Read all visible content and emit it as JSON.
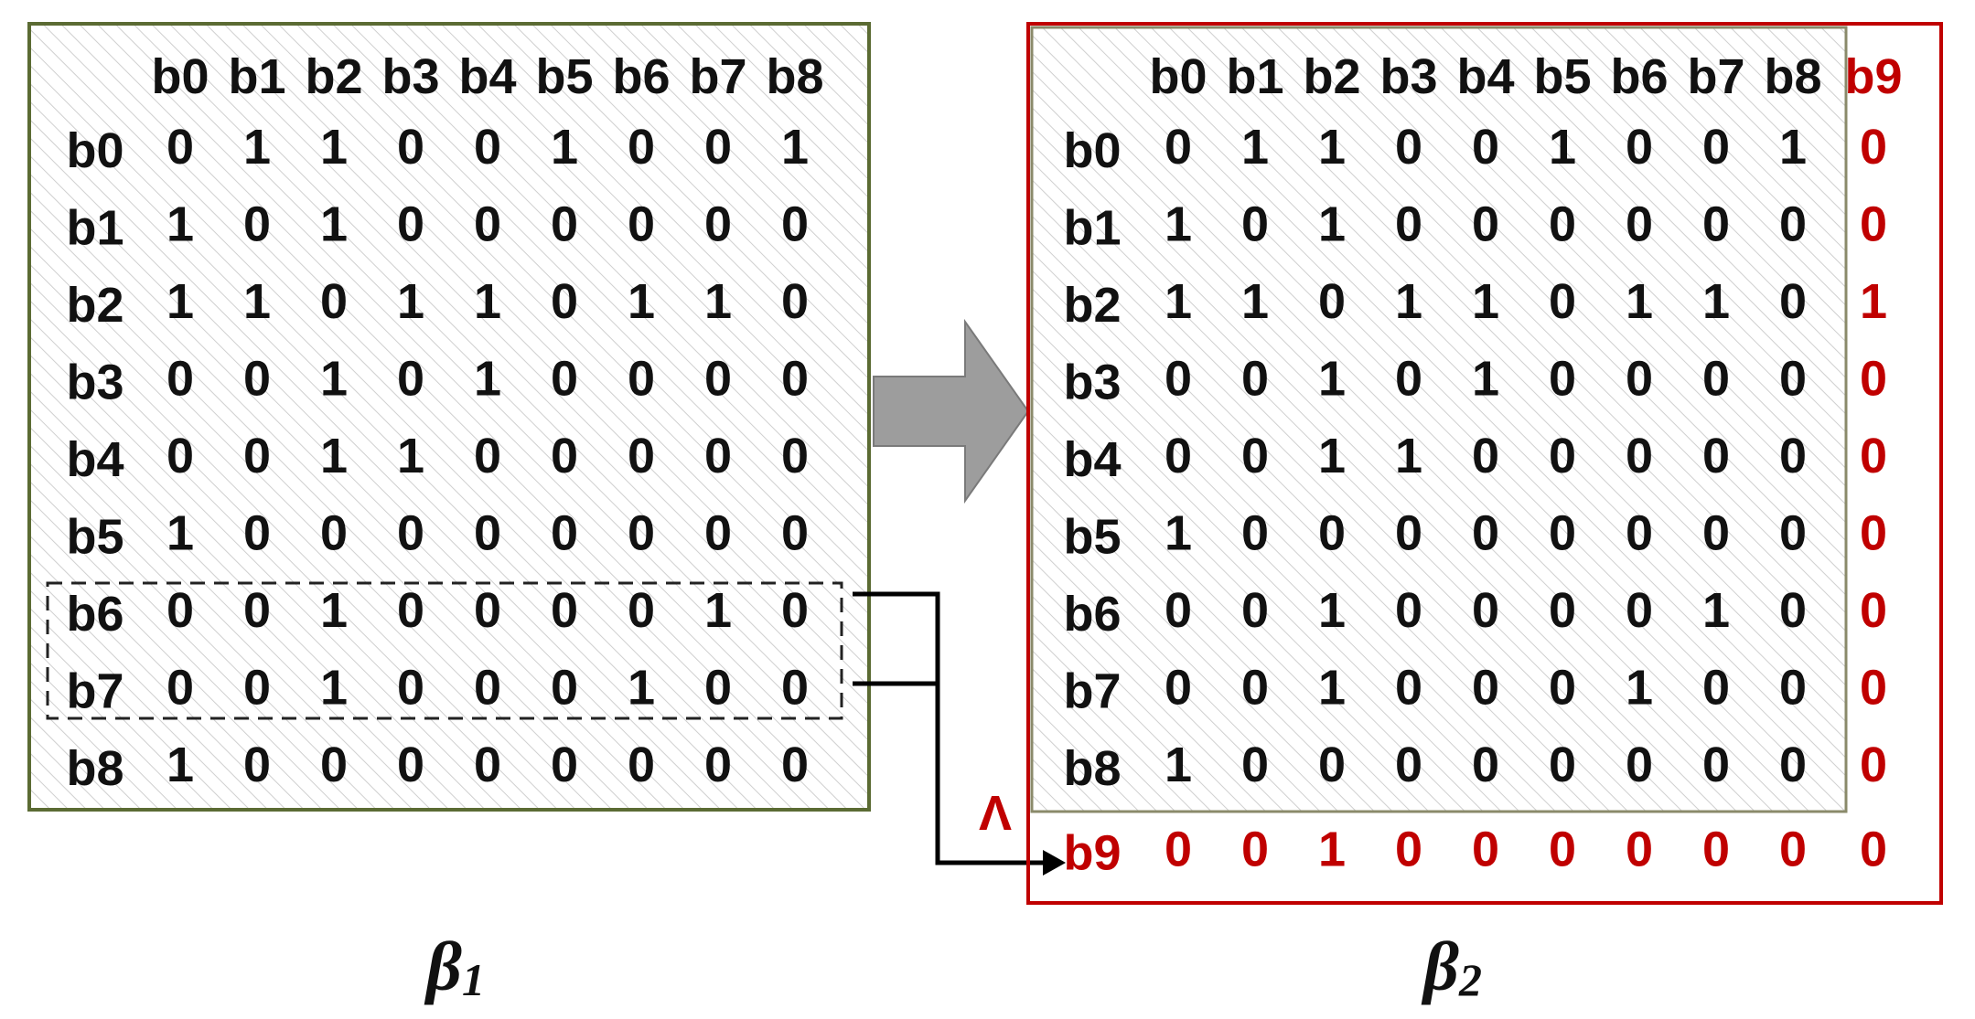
{
  "labels": [
    "b0",
    "b1",
    "b2",
    "b3",
    "b4",
    "b5",
    "b6",
    "b7",
    "b8"
  ],
  "matrix1": [
    [
      0,
      1,
      1,
      0,
      0,
      1,
      0,
      0,
      1
    ],
    [
      1,
      0,
      1,
      0,
      0,
      0,
      0,
      0,
      0
    ],
    [
      1,
      1,
      0,
      1,
      1,
      0,
      1,
      1,
      0
    ],
    [
      0,
      0,
      1,
      0,
      1,
      0,
      0,
      0,
      0
    ],
    [
      0,
      0,
      1,
      1,
      0,
      0,
      0,
      0,
      0
    ],
    [
      1,
      0,
      0,
      0,
      0,
      0,
      0,
      0,
      0
    ],
    [
      0,
      0,
      1,
      0,
      0,
      0,
      0,
      1,
      0
    ],
    [
      0,
      0,
      1,
      0,
      0,
      0,
      1,
      0,
      0
    ],
    [
      1,
      0,
      0,
      0,
      0,
      0,
      0,
      0,
      0
    ]
  ],
  "new_label": "b9",
  "new_column": [
    0,
    0,
    1,
    0,
    0,
    0,
    0,
    0,
    0
  ],
  "new_row": [
    0,
    0,
    1,
    0,
    0,
    0,
    0,
    0,
    0,
    0
  ],
  "highlighted_rows": [
    6,
    7
  ],
  "operator_symbol": "Λ",
  "caption_left": {
    "base": "β",
    "sub": "1"
  },
  "caption_right": {
    "base": "β",
    "sub": "2"
  },
  "colors": {
    "text": "#111111",
    "new_entry": "#c00000",
    "left_border": "#5b6b33",
    "right_border": "#c00000",
    "inner_border": "#8a8a6a",
    "hatch": "#cfcfcf",
    "arrow_fill": "#9d9d9d",
    "arrow_stroke": "#7a7a7a",
    "connector": "#000000",
    "dashed": "#222222"
  }
}
